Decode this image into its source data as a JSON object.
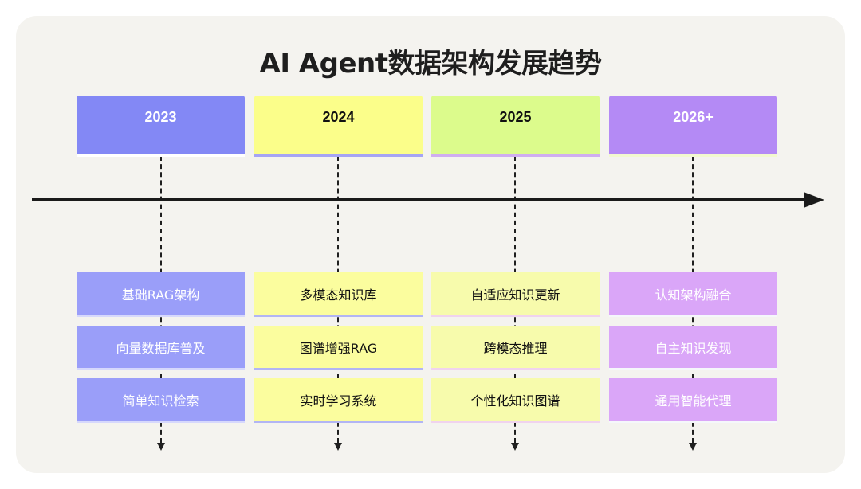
{
  "title": "AI Agent数据架构发展趋势",
  "columns": [
    {
      "year": "2023",
      "items": [
        "基础RAG架构",
        "向量数据库普及",
        "简单知识检索"
      ],
      "header_bg": "#8388f5",
      "header_text": "#ffffff",
      "header_underline": "#ffffff",
      "item_bg": "#9a9ef9",
      "item_text": "#ffffff",
      "item_underline": "#d6d8fc"
    },
    {
      "year": "2024",
      "items": [
        "多模态知识库",
        "图谱增强RAG",
        "实时学习系统"
      ],
      "header_bg": "#fbfe8a",
      "header_text": "#111111",
      "header_underline": "#a5a4f5",
      "item_bg": "#fbfd9e",
      "item_text": "#111111",
      "item_underline": "#b2b5f4"
    },
    {
      "year": "2025",
      "items": [
        "自适应知识更新",
        "跨模态推理",
        "个性化知识图谱"
      ],
      "header_bg": "#dcfb8c",
      "header_text": "#111111",
      "header_underline": "#cfadf0",
      "item_bg": "#f7fbac",
      "item_text": "#111111",
      "item_underline": "#f0d3ee"
    },
    {
      "year": "2026+",
      "items": [
        "认知架构融合",
        "自主知识发现",
        "通用智能代理"
      ],
      "header_bg": "#b48af5",
      "header_text": "#ffffff",
      "header_underline": "#f2f9cf",
      "item_bg": "#daa6f8",
      "item_text": "#ffffff",
      "item_underline": "#f5f7fb"
    }
  ]
}
